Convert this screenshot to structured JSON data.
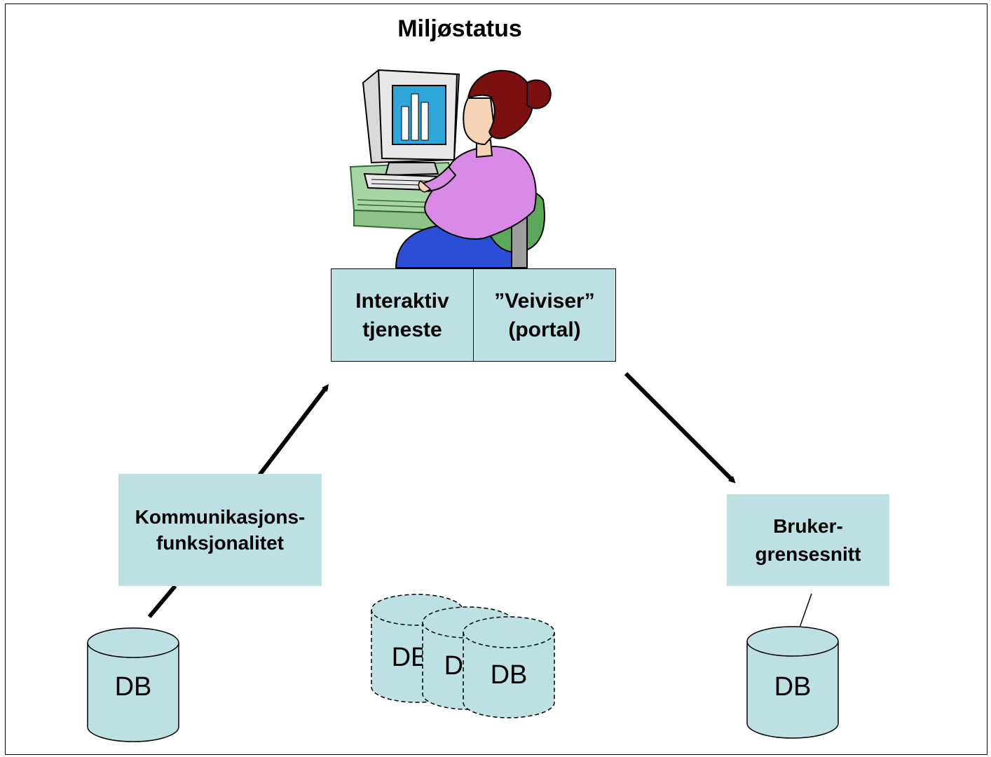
{
  "title": "Miljøstatus",
  "colors": {
    "box_fill": "#bde0e3",
    "cylinder_fill": "#bde0e3",
    "stroke": "#000000"
  },
  "portal": {
    "left_label": "Interaktiv\ntjeneste",
    "right_label": "”Veiviser”\n(portal)"
  },
  "communication": {
    "label": "Kommunikasjons-\nfunksjonalitet"
  },
  "user_interface": {
    "label": "Bruker-\ngrensesnitt"
  },
  "databases": {
    "left": "DB",
    "middle_back": "DB",
    "middle_mid": "DB",
    "middle_front": "DB",
    "right": "DB"
  },
  "illustration": "person-at-computer-icon"
}
